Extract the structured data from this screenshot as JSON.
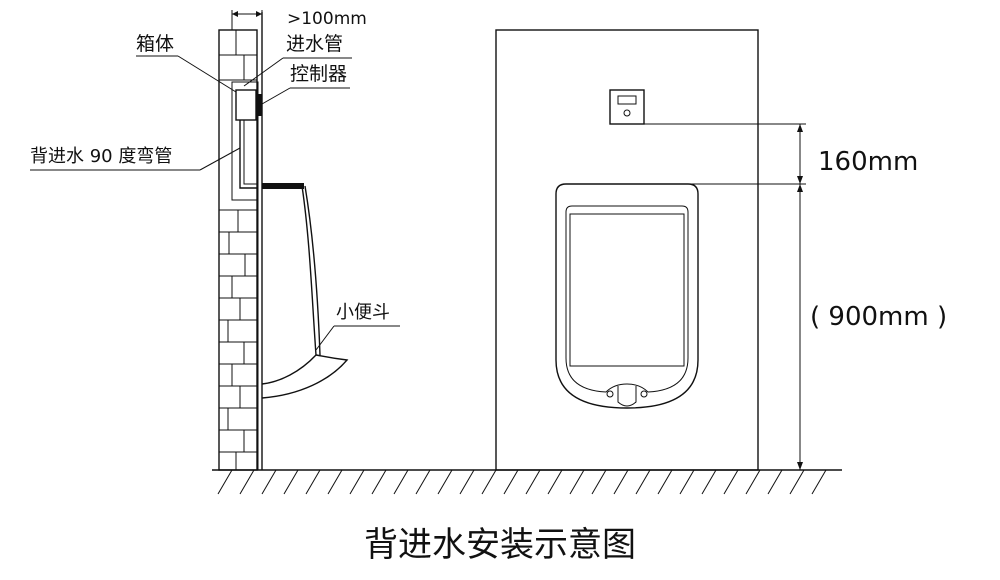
{
  "labels": {
    "gap": ">100mm",
    "box": "箱体",
    "inlet_pipe": "进水管",
    "controller": "控制器",
    "elbow": "背进水 90 度弯管",
    "urinal": "小便斗",
    "dim_160": "160mm",
    "dim_900": "( 900mm )"
  },
  "caption": "背进水安装示意图"
}
